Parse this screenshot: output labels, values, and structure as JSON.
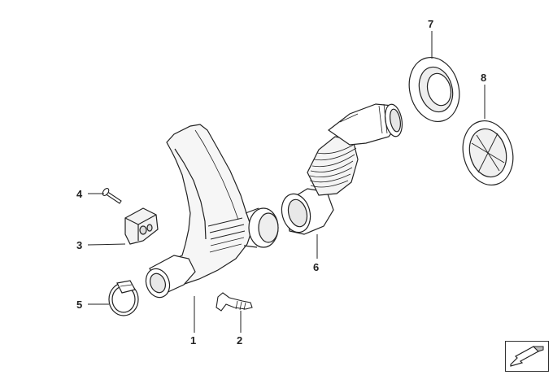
{
  "callouts": [
    {
      "id": "1",
      "label": "1"
    },
    {
      "id": "2",
      "label": "2"
    },
    {
      "id": "3",
      "label": "3"
    },
    {
      "id": "4",
      "label": "4"
    },
    {
      "id": "5",
      "label": "5"
    },
    {
      "id": "6",
      "label": "6"
    },
    {
      "id": "7",
      "label": "7"
    },
    {
      "id": "8",
      "label": "8"
    }
  ],
  "nav": {
    "icon": "arrow-down-left-icon"
  },
  "colors": {
    "line": "#222222",
    "fill": "#ffffff",
    "shade": "#e6e6e6",
    "shade_dark": "#c8c8c8"
  }
}
